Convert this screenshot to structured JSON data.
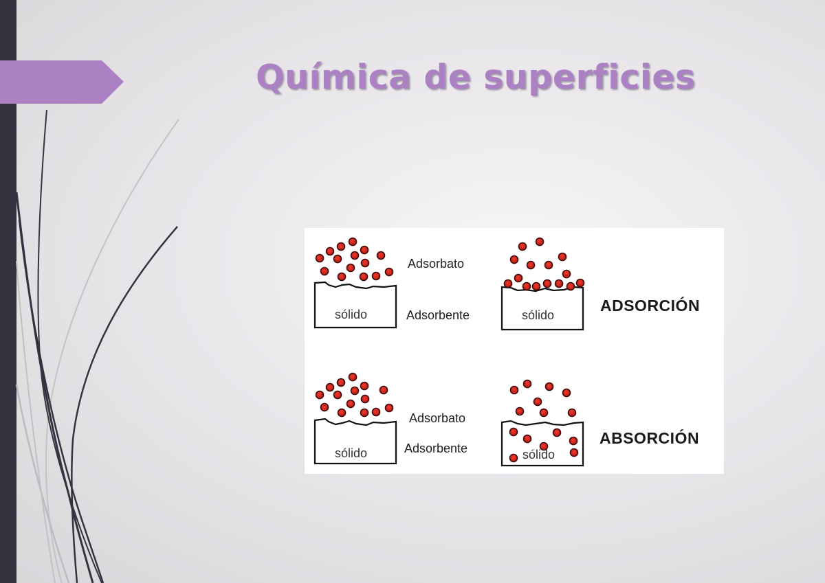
{
  "slide": {
    "title": "Química de superficies",
    "colors": {
      "accent": "#ab81c4",
      "sidebar": "#35323f",
      "particle": "#d42a22",
      "particle_outline": "#3a0b08"
    }
  },
  "figure": {
    "rows": [
      {
        "adsorbate_label": "Adsorbato",
        "adsorbent_label": "Adsorbente",
        "left_solid_label": "sólido",
        "right_solid_label": "sólido",
        "process_label": "ADSORCIÓN"
      },
      {
        "adsorbate_label": "Adsorbato",
        "adsorbent_label": "Adsorbente",
        "left_solid_label": "sólido",
        "right_solid_label": "sólido",
        "process_label": "ABSORCIÓN"
      }
    ]
  }
}
